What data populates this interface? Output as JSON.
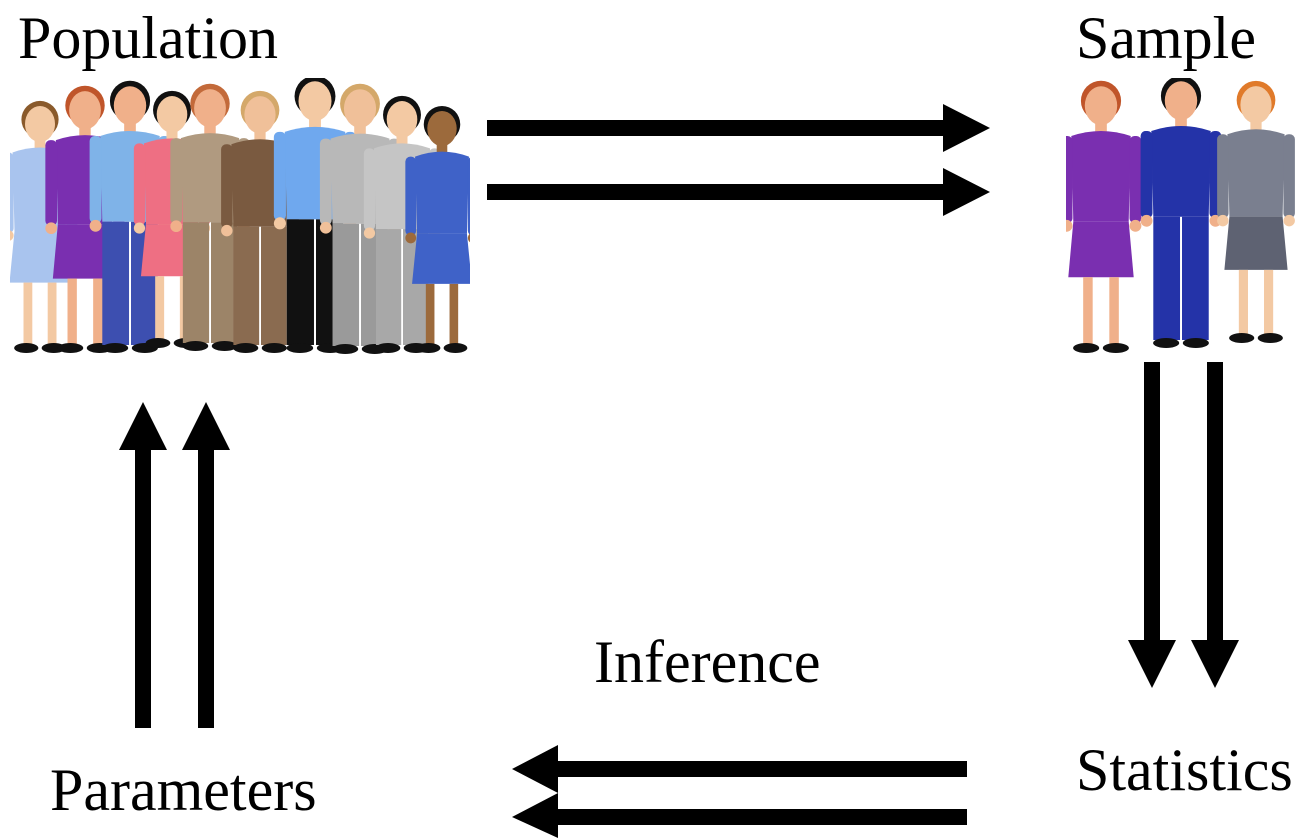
{
  "labels": {
    "population": "Population",
    "sample": "Sample",
    "inference": "Inference",
    "parameters": "Parameters",
    "statistics": "Statistics"
  },
  "colors": {
    "arrow": "#000000",
    "background": "#ffffff"
  },
  "icons": {
    "population": "population-crowd-icon",
    "sample": "sample-group-icon"
  }
}
